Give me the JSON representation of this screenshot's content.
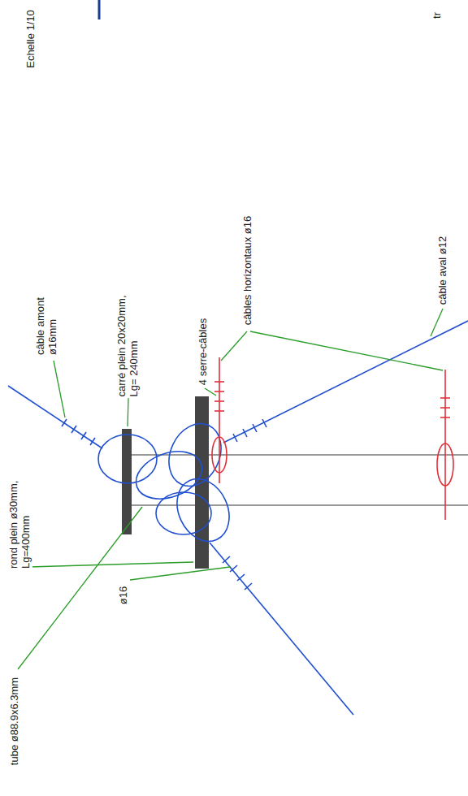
{
  "diagram": {
    "labels": [
      "Echelle 1/10",
      "tr",
      "câble amont ø16mm",
      "carré plein 20x20mm, Lg= 240mm",
      "4 serre-câbles",
      "câbles horizontaux ø16",
      "câble aval ø12",
      "rond plein ø30mm, Lg=400mm",
      "ø16",
      "tube ø88.9x6.3mm"
    ]
  }
}
